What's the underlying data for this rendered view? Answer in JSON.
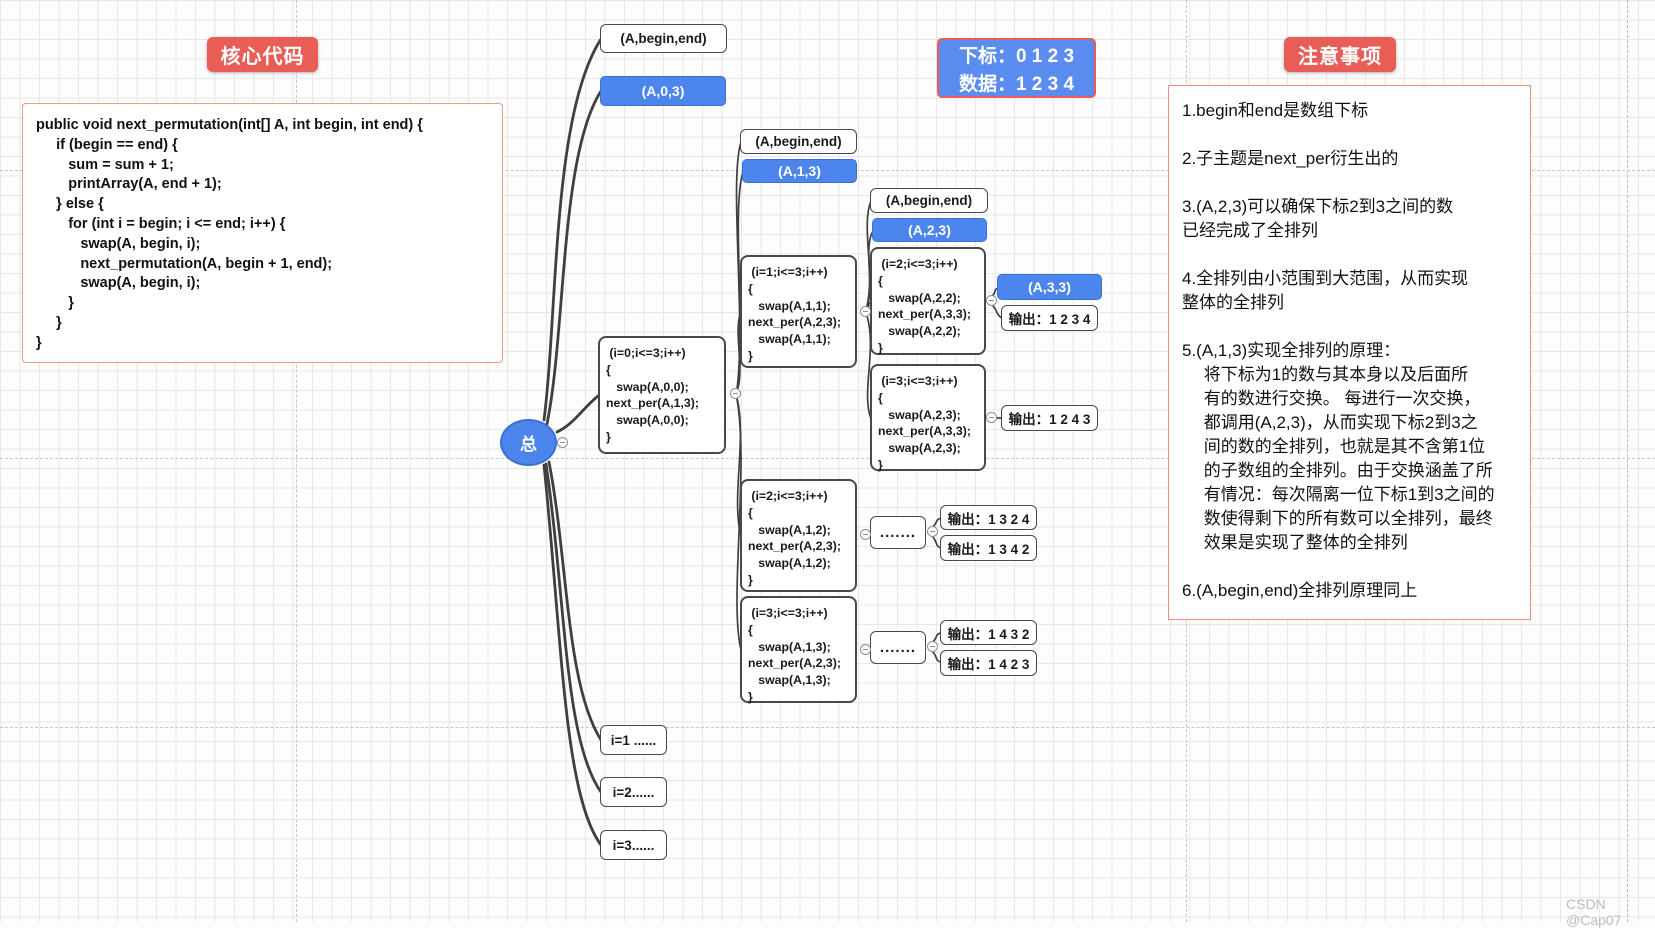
{
  "header": {
    "core_code_title": "核心代码",
    "notes_title": "注意事项"
  },
  "core_code": "public void next_permutation(int[] A, int begin, int end) {\n     if (begin == end) {\n        sum = sum + 1;\n        printArray(A, end + 1);\n     } else {\n        for (int i = begin; i <= end; i++) {\n           swap(A, begin, i);\n           next_permutation(A, begin + 1, end);\n           swap(A, begin, i);\n        }\n     }\n}",
  "legend": {
    "index_line": "下标：0 1 2 3",
    "data_line": "数据：1 2 3 4"
  },
  "notes_text": "1.begin和end是数组下标\n\n2.子主题是next_per衍生出的\n\n3.(A,2,3)可以确保下标2到3之间的数\n已经完成了全排列\n\n4.全排列由小范围到大范围，从而实现\n整体的全排列\n\n5.(A,1,3)实现全排列的原理：\n　 将下标为1的数与其本身以及后面所\n　 有的数进行交换。 每进行一次交换，\n　 都调用(A,2,3)，从而实现下标2到3之\n　 间的数的全排列，也就是其不含第1位\n　 的子数组的全排列。由于交换涵盖了所\n　 有情况：每次隔离一位下标1到3之间的\n　 数使得剩下的所有数可以全排列，最终\n　 效果是实现了整体的全排列\n\n6.(A,begin,end)全排列原理同上",
  "mindmap": {
    "root": "总",
    "top_call": "(A,begin,end)",
    "top_param": "(A,0,3)",
    "i0_code": " (i=0;i<=3;i++)\n{\n   swap(A,0,0);\nnext_per(A,1,3);\n   swap(A,0,0);\n}",
    "b1_call": "(A,begin,end)",
    "b1_param": "(A,1,3)",
    "i1_code": " (i=1;i<=3;i++)\n{\n   swap(A,1,1);\nnext_per(A,2,3);\n   swap(A,1,1);\n}",
    "b2_call": "(A,begin,end)",
    "b2_param": "(A,2,3)",
    "i2a_code": " (i=2;i<=3;i++)\n{\n   swap(A,2,2);\nnext_per(A,3,3);\n   swap(A,2,2);\n}",
    "i3a_code": " (i=3;i<=3;i++)\n{\n   swap(A,2,3);\nnext_per(A,3,3);\n   swap(A,2,3);\n}",
    "b3_param": "(A,3,3)",
    "i2b_code": " (i=2;i<=3;i++)\n{\n   swap(A,1,2);\nnext_per(A,2,3);\n   swap(A,1,2);\n}",
    "i3b_code": " (i=3;i<=3;i++)\n{\n   swap(A,1,3);\nnext_per(A,2,3);\n   swap(A,1,3);\n}",
    "dots": ".......",
    "leaf_i1": "i=1 ......",
    "leaf_i2": "i=2......",
    "leaf_i3": "i=3......",
    "outputs": {
      "o1234": "输出：1 2 3 4",
      "o1243": "输出：1 2 4 3",
      "o1324": "输出：1 3 2 4",
      "o1342": "输出：1 3 4 2",
      "o1432": "输出：1 4 3 2",
      "o1423": "输出：1 4 2 3"
    }
  },
  "watermark": "CSDN @Cap07",
  "colors": {
    "accent_red": "#e85d55",
    "node_blue": "#4c85ec",
    "link_gray": "#3f3f3f"
  }
}
